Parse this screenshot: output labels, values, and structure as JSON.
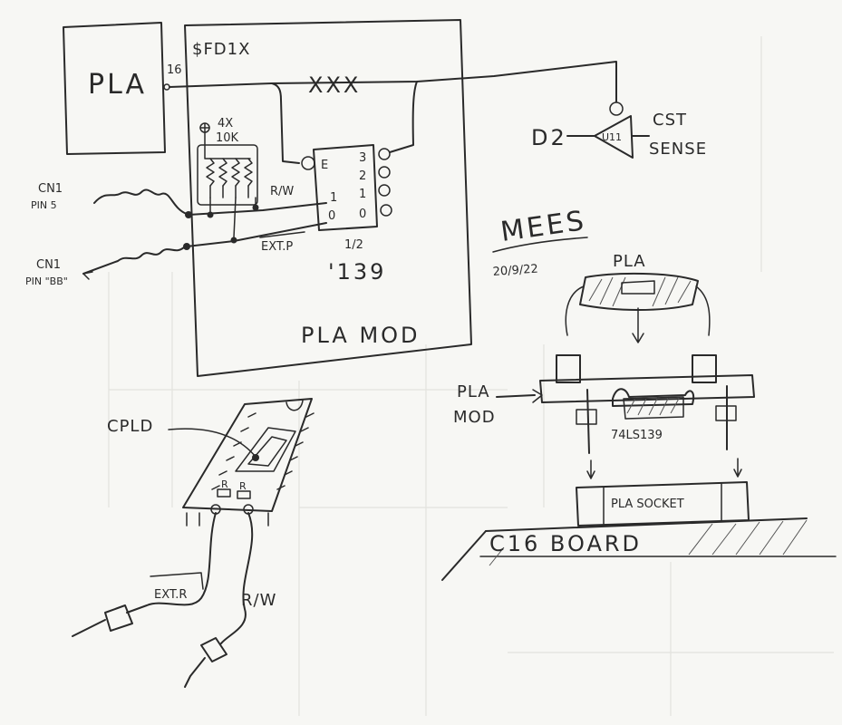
{
  "colors": {
    "ink": "#2a2a2a",
    "paper": "#f7f7f4"
  },
  "schematic": {
    "pla_label": "PLA",
    "pin_number": "16",
    "address_label": "$FD1X",
    "cut_marks": "XXX",
    "resistor_label_line1": "4X",
    "resistor_label_line2": "10K",
    "rw_label": "R/W",
    "extp_label": "EXT.P",
    "chip_pin_e": "E",
    "chip_pin_3": "3",
    "chip_pin_2": "2",
    "chip_pin_1_out": "1",
    "chip_pin_0_out": "0",
    "chip_pin_1_in": "1",
    "chip_pin_0_in": "0",
    "chip_fraction": "1/2",
    "chip_name": "'139",
    "module_title": "PLA MOD",
    "cn1_a_line1": "CN1",
    "cn1_a_line2": "PIN 5",
    "cn1_b_line1": "CN1",
    "cn1_b_line2": "PIN \"BB\"",
    "d2_label": "D2",
    "gate_label": "U11",
    "cst_line1": "CST",
    "cst_line2": "SENSE"
  },
  "signature": {
    "name": "MEES",
    "date": "20/9/22"
  },
  "cpld_sketch": {
    "cpld_label": "CPLD",
    "resistor_mark_1": "R",
    "resistor_mark_2": "R",
    "extr_label": "EXT.R",
    "rw_label": "R/W"
  },
  "stack_sketch": {
    "pla_label": "PLA",
    "pla_mod_line1": "PLA",
    "pla_mod_line2": "MOD",
    "ic_label": "74LS139",
    "socket_label": "PLA SOCKET",
    "board_label": "C16 BOARD"
  }
}
